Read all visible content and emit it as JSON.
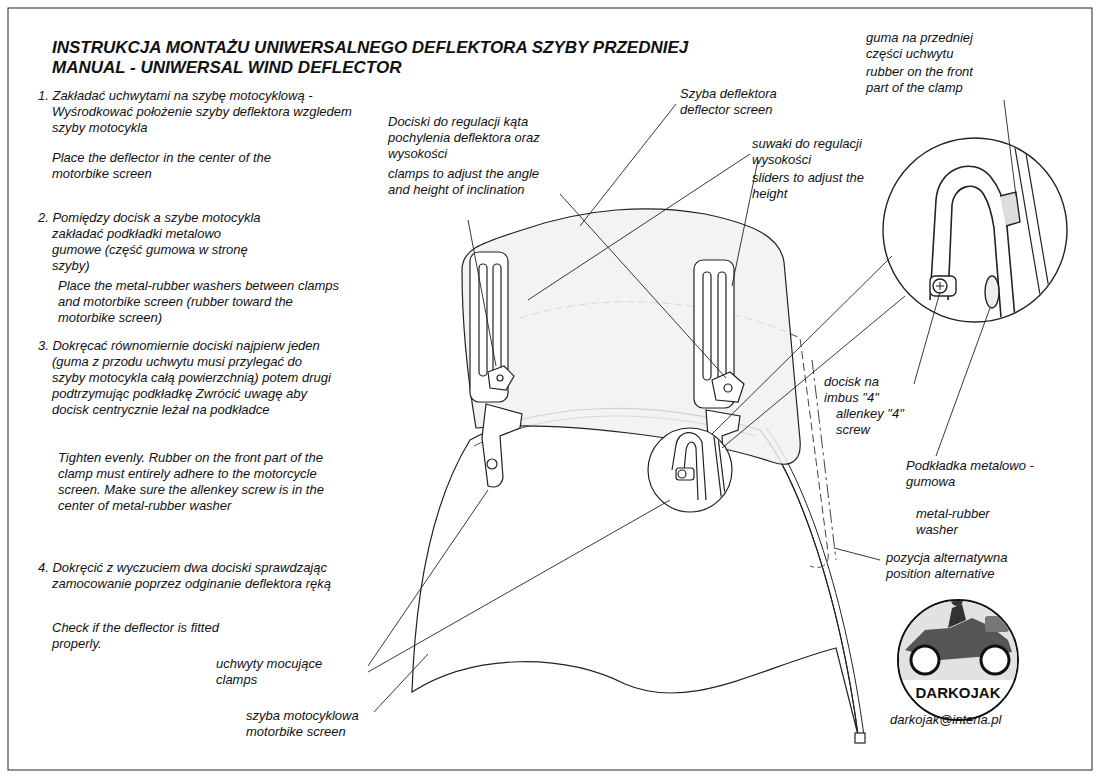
{
  "diagram": {
    "title": "INSTRUKCJA MONTAŻU UNIWERSALNEGO DEFLEKTORA SZYBY PRZEDNIEJ",
    "labels": [
      "MANUAL - UNIWERSAL WIND DEFLECTOR",
      "1. Zakładać uchwytami na szybę motocyklową - Wyśrodkować położenie szyby deflektora wzgledem szyby motocykla",
      "Place the deflector in the center of the motorbike screen",
      "2. Pomiędzy docisk a szybe motocykla zakładać podkładki metalowo gumowe (część gumowa w stronę szyby)",
      "Place the metal-rubber washers between clamps and motorbike screen (rubber toward the motorbike screen)",
      "3. Dokręcać równomiernie dociski najpierw jeden (guma z przodu uchwytu musi przylegać do szyby motocykla całą powierzchnią) potem drugi podtrzymując podkładkę Zwrócić uwagę aby docisk centrycznie leżał na podkładce",
      "Tighten evenly. Rubber on the front part of the clamp must entirely adhere to the motorcycle screen. Make sure the allenkey screw is in the center of metal-rubber washer",
      "4. Dokręcić z wyczuciem dwa dociski sprawdzając zamocowanie poprzez odginanie deflektora ręką",
      "Check if the deflector is fitted properly.",
      "Dociski do regulacji kąta pochylenia deflektora oraz wysokości",
      "clamps to adjust the angle and height of inclination",
      "Szyba deflektora",
      "deflector screen",
      "suwaki do regulacji wysokości",
      "sliders to adjust the height",
      "guma na przedniej części uchwytu",
      "rubber on the front part of the clamp",
      "docisk na imbus \"4\"",
      "allenkey \"4\" screw",
      "Podkładka metalowo - gumowa",
      "metal-rubber washer",
      "pozycja alternatywna",
      "position alternative",
      "uchwyty mocujące",
      "clamps",
      "szyba motocyklowa",
      "motorbike screen",
      "DARKOJAK",
      "darkojak@interia.pl"
    ]
  }
}
